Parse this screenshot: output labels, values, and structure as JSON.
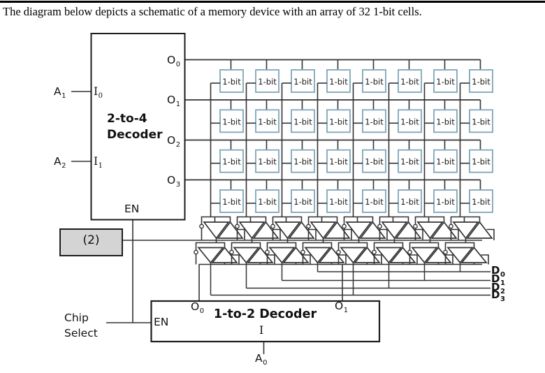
{
  "title": "The diagram below depicts a schematic of a memory device with an array of 32 1-bit cells.",
  "colors": {
    "wire": "#333333",
    "box_border": "#1d1d1d",
    "cell_border": "#85aabd",
    "cell_fill": "#ffffff",
    "shade_fill": "#d4d4d4",
    "text": "#111111"
  },
  "decoder_2to4": {
    "title_lines": [
      "2-to-4",
      "Decoder"
    ],
    "en_label": "EN",
    "inputs": [
      {
        "ext": {
          "b": "A",
          "s": "1"
        },
        "pin": {
          "b": "I",
          "s": "0"
        }
      },
      {
        "ext": {
          "b": "A",
          "s": "2"
        },
        "pin": {
          "b": "I",
          "s": "1"
        }
      }
    ],
    "outputs": [
      {
        "b": "O",
        "s": "0"
      },
      {
        "b": "O",
        "s": "1"
      },
      {
        "b": "O",
        "s": "2"
      },
      {
        "b": "O",
        "s": "3"
      }
    ]
  },
  "memory_array": {
    "rows": 4,
    "cols": 8,
    "total_cells": 32,
    "cell_label": "1-bit"
  },
  "control_box": {
    "label": "(2)"
  },
  "chip_select": {
    "lines": [
      "Chip",
      "Select"
    ]
  },
  "decoder_1to2": {
    "title": "1-to-2 Decoder",
    "en_label": "EN",
    "input_pin": "I",
    "address": {
      "b": "A",
      "s": "0"
    },
    "outputs": [
      {
        "b": "O",
        "s": "0"
      },
      {
        "b": "O",
        "s": "1"
      }
    ]
  },
  "data_outputs": [
    {
      "b": "D",
      "s": "0"
    },
    {
      "b": "D",
      "s": "1"
    },
    {
      "b": "D",
      "s": "2"
    },
    {
      "b": "D",
      "s": "3"
    }
  ]
}
